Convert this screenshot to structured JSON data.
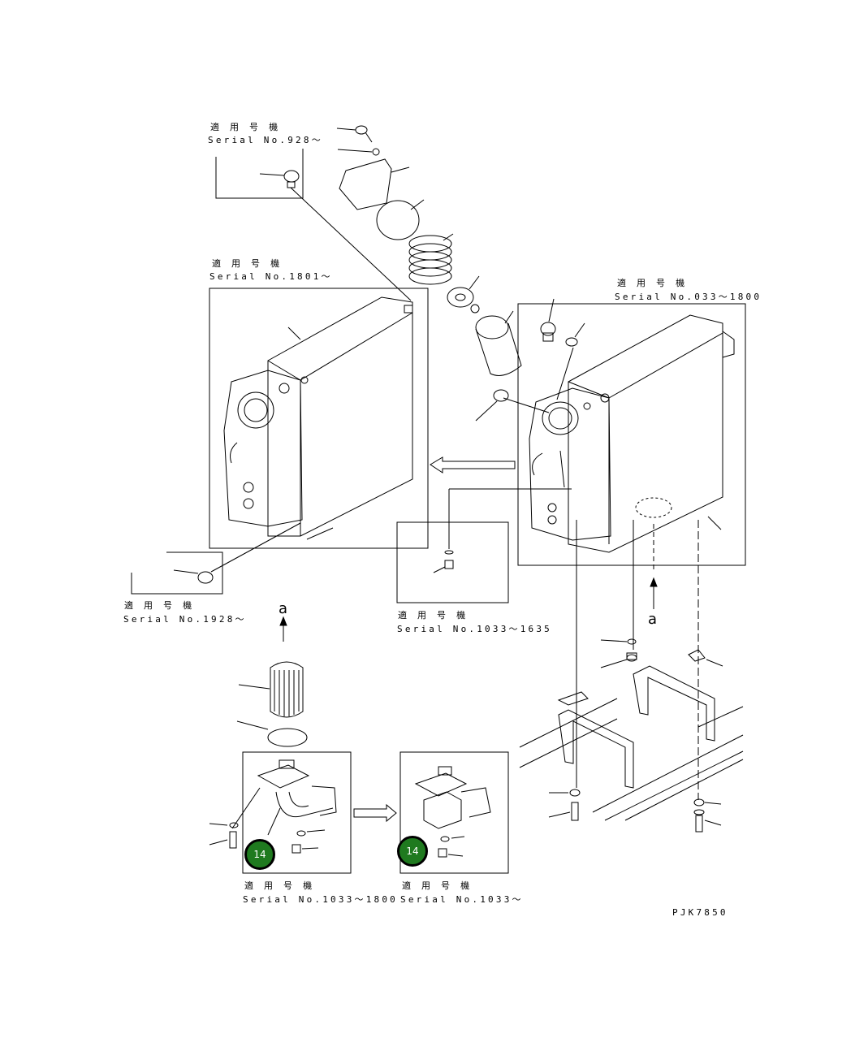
{
  "labels": {
    "serial_top": {
      "jp": "適 用 号 機",
      "serial": "Serial No.928～"
    },
    "serial_left": {
      "jp": "適 用 号 機",
      "serial": "Serial No.1801～"
    },
    "serial_right": {
      "jp": "適 用 号 機",
      "serial": "Serial No.033～1800"
    },
    "serial_small_left": {
      "jp": "適 用 号 機",
      "serial": "Serial No.1928～"
    },
    "serial_center": {
      "jp": "適 用 号 機",
      "serial": "Serial No.1033～1635"
    },
    "serial_bottom_left": {
      "jp": "適 用 号 機",
      "serial": "Serial No.1033～1800"
    },
    "serial_bottom_right": {
      "jp": "適 用 号 機",
      "serial": "Serial No.1033～"
    }
  },
  "view_marker": "a",
  "view_marker_right": "a",
  "badges": [
    "14",
    "14"
  ],
  "drawing_code": "PJK7850",
  "colors": {
    "line": "#000000",
    "badge_fill": "#1f7a1f",
    "badge_text": "#ffffff"
  }
}
